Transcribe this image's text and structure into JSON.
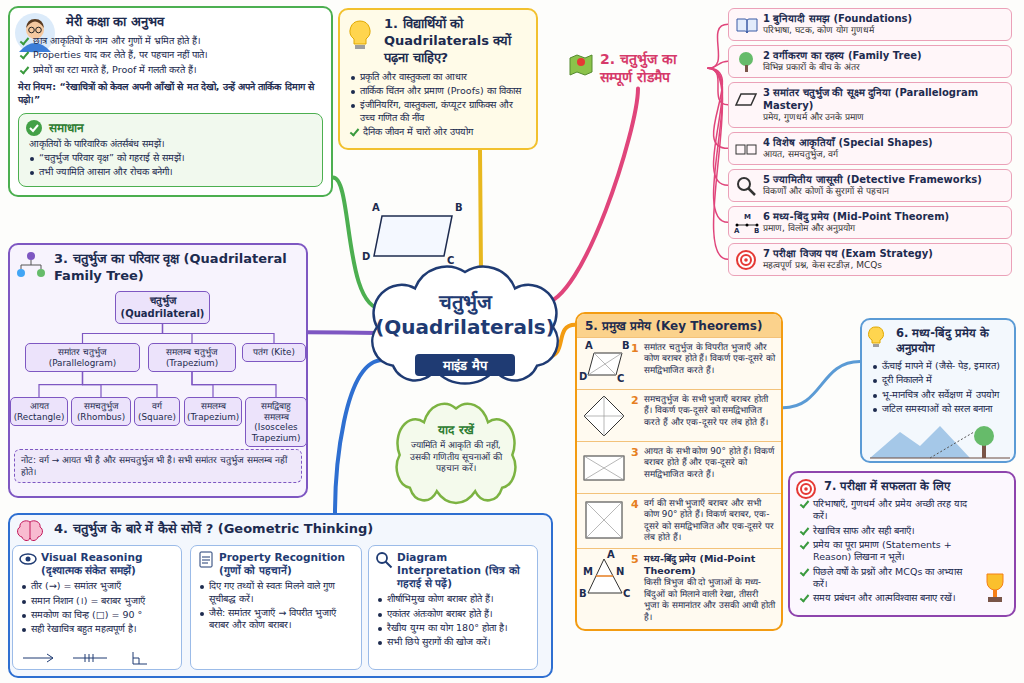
{
  "diagram": {
    "nodes": [
      {
        "text": [
          "मेरी कक्षा का अनुभव",
          "छात्र आकृतियों के नाम और गुणों में भ्रमित होते हैं।",
          "Properties याद कर लेते हैं, पर पहचान नहीं पाते।",
          "प्रमेयों का रटा मारते हैं, Proof में गलती करते हैं।",
          "मेरा नियम: “रेखाचित्रों को केवल अपनी आँखों से मत देखो, उन्हें अपने तार्किक दिमाग से पढ़ो।”"
        ]
      },
      {
        "text": [
          "समाधान",
          "आकृतियों के पारिवारिक अंतर्संबंध समझें।",
          "“चतुर्भुज परिवार वृक्ष” को गहराई से समझें।",
          "तभी ज्यामिति आसान और रोचक बनेगी।"
        ],
        "in": 0
      },
      {
        "text": [
          "1. विद्यार्थियों को Quadrilaterals क्यों पढ़ना चाहिए?",
          "प्रकृति और वास्तुकला का आधार",
          "तार्किक चिंतन और प्रमाण (Proofs) का विकास",
          "इंजीनियरिंग, वास्तुकला, कंप्यूटर ग्राफिक्स और उच्च गणित की नींव",
          "दैनिक जीवन में चारों ओर उपयोग"
        ]
      },
      {
        "text": [
          "2. चतुर्भुज का सम्पूर्ण रोडमैप"
        ]
      },
      {
        "text": [
          "1 बुनियादी समझ (Foundations)",
          "परिभाषा, घटक, कोण योग गुणधर्म"
        ]
      },
      {
        "text": [
          "2 वर्गीकरण का रहस्य (Family Tree)",
          "विभिन्न प्रकारों के बीच के अंतर"
        ]
      },
      {
        "text": [
          "3 समांतर चतुर्भुज की सूक्ष्म दुनिया (Parallelogram Mastery)",
          "प्रमेय, गुणधर्म और उनके प्रमाण"
        ]
      },
      {
        "text": [
          "4 विशेष आकृतियाँ (Special Shapes)",
          "आयत, समचतुर्भुज, वर्ग"
        ]
      },
      {
        "text": [
          "5 ज्यामितीय जासूसी (Detective Frameworks)",
          "विकर्णों और कोणों के सुरागों से पहचान"
        ]
      },
      {
        "text": [
          "6 मध्य-बिंदु प्रमेय (Mid-Point Theorem)",
          "प्रमाण, विलोम और अनुप्रयोग"
        ]
      },
      {
        "text": [
          "7 परीक्षा विजय पथ (Exam Strategy)",
          "महत्वपूर्ण प्रश्न, केस स्टडीज़, MCQs"
        ]
      },
      {
        "text": [
          "3. चतुर्भुज का परिवार वृक्ष (Quadrilateral Family Tree)"
        ]
      },
      {
        "text": [
          "चतुर्भुज (Quadrilateral)"
        ],
        "in": 11
      },
      {
        "text": [
          "समांतर चतुर्भुज (Parallelogram)"
        ],
        "in": 11
      },
      {
        "text": [
          "समलम्ब चतुर्भुज (Trapezium)"
        ],
        "in": 11
      },
      {
        "text": [
          "पतंग (Kite)"
        ],
        "in": 11
      },
      {
        "text": [
          "आयत (Rectangle)"
        ],
        "in": 11
      },
      {
        "text": [
          "समचतुर्भुज (Rhombus)"
        ],
        "in": 11
      },
      {
        "text": [
          "वर्ग (Square)"
        ],
        "in": 11
      },
      {
        "text": [
          "समलम्ब (Trapezium)"
        ],
        "in": 11
      },
      {
        "text": [
          "समद्विबाहु समलम्ब (Isosceles Trapezium)"
        ],
        "in": 11
      },
      {
        "text": [
          "नोट: वर्ग → आयत भी है और समचतुर्भुज भी है। सभी समांतर चतुर्भुज समलम्ब नहीं होते।"
        ],
        "in": 11
      },
      {
        "text": [
          "चतुर्भुज (Quadrilaterals)"
        ]
      },
      {
        "text": [
          "माइंड मैप"
        ],
        "in": 22
      },
      {
        "text": [
          "याद रखें",
          "ज्यामिति में आकृति की नहीं, उसकी गणितीय सूचनाओं की पहचान करें।"
        ]
      },
      {
        "text": [
          "4. चतुर्भुज के बारे में कैसे सोचें ? (Geometric Thinking)"
        ]
      },
      {
        "text": [
          "Visual Reasoning (दृश्यात्मक संकेत समझें)",
          "तीर (→) = समांतर भुजाएँ",
          "समान निशान (।) = बराबर भुजाएँ",
          "समकोण का चिन्ह (□) = 90 °",
          "सही रेखाचित्र बहुत महत्वपूर्ण है।"
        ],
        "in": 25
      },
      {
        "text": [
          "Property Recognition (गुणों को पहचानें)",
          "दिए गए तथ्यों से स्वतः मिलने वाले गुण सूचीबद्ध करें।",
          "जैसे: समांतर भुजाएँ → विपरीत भुजाएँ बराबर और कोण बराबर।"
        ],
        "in": 25
      },
      {
        "text": [
          "Diagram Interpretation (चित्र को गहराई से पढ़ें)",
          "शीर्षाभिमुख कोण बराबर होते हैं।",
          "एकांतर अंतःकोण बराबर होते हैं।",
          "रैखीय युग्म का योग 180° होता है।",
          "सभी छिपे सुरागों की खोज करें।"
        ],
        "in": 25
      },
      {
        "text": [
          "5. प्रमुख प्रमेय (Key Theorems)"
        ]
      },
      {
        "text": [
          "1",
          "समांतर चतुर्भुज के विपरीत भुजाएँ और कोण बराबर होते हैं। विकर्ण एक-दूसरे को समद्विभाजित करते हैं।"
        ],
        "in": 29
      },
      {
        "text": [
          "2",
          "समचतुर्भुज के सभी भुजाएँ बराबर होती हैं। विकर्ण एक-दूसरे को समद्विभाजित करते हैं और एक-दूसरे पर लंब होते हैं।"
        ],
        "in": 29
      },
      {
        "text": [
          "3",
          "आयत के सभी कोण 90° होते हैं। विकर्ण बराबर होते हैं और एक-दूसरे को समद्विभाजित करते हैं।"
        ],
        "in": 29
      },
      {
        "text": [
          "4",
          "वर्ग की सभी भुजाएँ बराबर और सभी कोण 90° होते हैं। विकर्ण बराबर, एक-दूसरे को समद्विभाजित और एक-दूसरे पर लंब होते हैं।"
        ],
        "in": 29
      },
      {
        "text": [
          "5",
          "मध्य-बिंदु प्रमेय (Mid-Point Theorem)",
          "किसी त्रिभुज की दो भुजाओं के मध्य-बिंदुओं को मिलाने वाली रेखा, तीसरी भुजा के समानांतर और उसकी आधी होती है।"
        ],
        "in": 29
      },
      {
        "text": [
          "6. मध्य-बिंदु प्रमेय के अनुप्रयोग",
          "ऊँचाई मापने में (जैसे- पेड़, इमारत)",
          "दूरी निकालने में",
          "भू-मानचित्र और सर्वेक्षण में उपयोग",
          "जटिल समस्याओं को सरल बनाना"
        ]
      },
      {
        "text": [
          "7. परीक्षा में सफलता के लिए",
          "परिभाषाएँ, गुणधर्म और प्रमेय अच्छी तरह याद करें।",
          "रेखाचित्र साफ और सही बनाएँ।",
          "प्रमेय का पूरा प्रमाण (Statements + Reason) लिखना न भूलें।",
          "पिछले वर्षों के प्रश्नों और MCQs का अभ्यास करें।",
          "समय प्रबंधन और आत्मविश्वास बनाए रखें।"
        ]
      }
    ],
    "edges": [
      {
        "from": 22,
        "to": 0,
        "arrow": "none"
      },
      {
        "from": 22,
        "to": 2,
        "arrow": "none"
      },
      {
        "from": 22,
        "to": 3,
        "arrow": "none"
      },
      {
        "from": 22,
        "to": 11,
        "arrow": "none"
      },
      {
        "from": 22,
        "to": 25,
        "arrow": "none"
      },
      {
        "from": 22,
        "to": 29,
        "arrow": "none"
      },
      {
        "from": 29,
        "to": 35,
        "arrow": "none"
      },
      {
        "from": 3,
        "to": 4,
        "arrow": "none"
      },
      {
        "from": 3,
        "to": 5,
        "arrow": "none"
      },
      {
        "from": 3,
        "to": 6,
        "arrow": "none"
      },
      {
        "from": 3,
        "to": 7,
        "arrow": "none"
      },
      {
        "from": 3,
        "to": 8,
        "arrow": "none"
      },
      {
        "from": 3,
        "to": 9,
        "arrow": "none"
      },
      {
        "from": 3,
        "to": 10,
        "arrow": "none"
      },
      {
        "from": 12,
        "to": 13,
        "arrow": "none"
      },
      {
        "from": 12,
        "to": 14,
        "arrow": "none"
      },
      {
        "from": 12,
        "to": 15,
        "arrow": "none"
      },
      {
        "from": 13,
        "to": 16,
        "arrow": "none"
      },
      {
        "from": 13,
        "to": 17,
        "arrow": "none"
      },
      {
        "from": 13,
        "to": 18,
        "arrow": "none"
      },
      {
        "from": 14,
        "to": 19,
        "arrow": "none"
      },
      {
        "from": 14,
        "to": 20,
        "arrow": "none"
      }
    ],
    "labels": [
      "A",
      "B",
      "D",
      "C",
      "A",
      "B",
      "D",
      "C",
      "A",
      "M",
      "N",
      "B",
      "C",
      "A",
      "M",
      "B"
    ]
  }
}
